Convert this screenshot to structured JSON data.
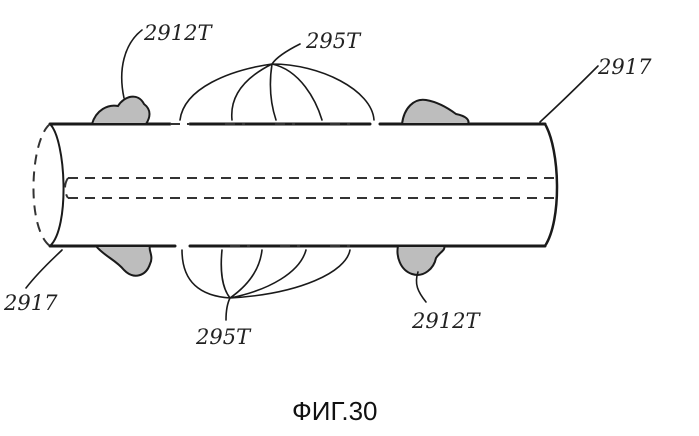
{
  "labels": {
    "top_seal_label": "2912T",
    "top_gap_label": "295T",
    "top_tube_label": "2917",
    "bottom_tube_label": "2917",
    "bottom_gap_label": "295T",
    "bottom_seal_label": "2912T"
  },
  "caption": "ФИГ.30"
}
